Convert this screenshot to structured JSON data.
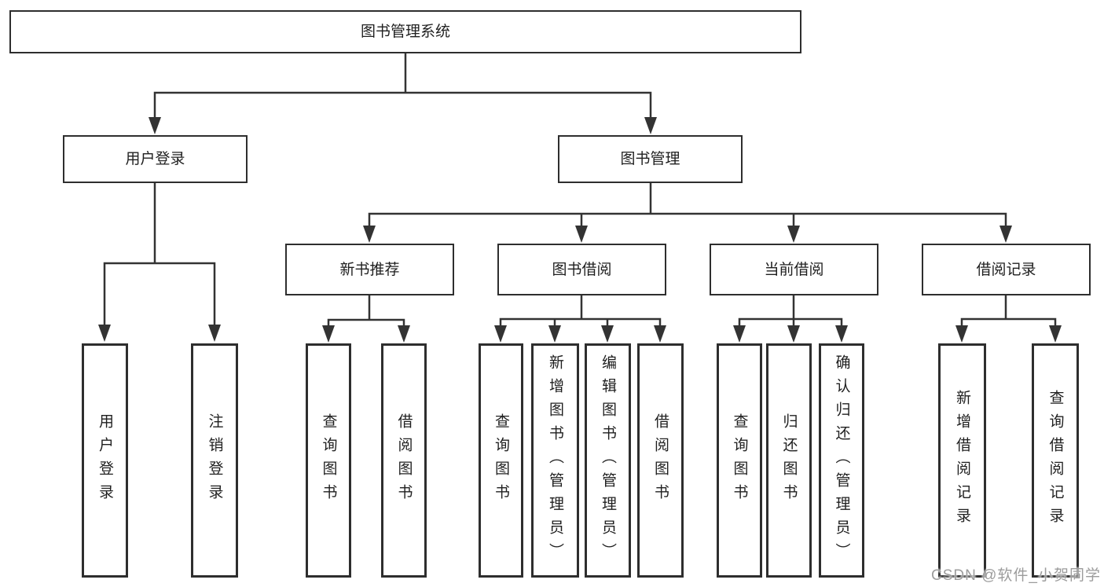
{
  "diagram": {
    "type": "hierarchy-tree",
    "title": "图书管理系统"
  },
  "nodes": {
    "root": "图书管理系统",
    "level1": [
      {
        "label": "用户登录",
        "parent": "图书管理系统"
      },
      {
        "label": "图书管理",
        "parent": "图书管理系统"
      }
    ],
    "level2": [
      {
        "label": "新书推荐",
        "parent": "图书管理"
      },
      {
        "label": "图书借阅",
        "parent": "图书管理"
      },
      {
        "label": "当前借阅",
        "parent": "图书管理"
      },
      {
        "label": "借阅记录",
        "parent": "图书管理"
      }
    ],
    "leaves": [
      {
        "label": "用户登录",
        "parent": "用户登录"
      },
      {
        "label": "注销登录",
        "parent": "用户登录"
      },
      {
        "label": "查询图书",
        "parent": "新书推荐"
      },
      {
        "label": "借阅图书",
        "parent": "新书推荐"
      },
      {
        "label": "查询图书",
        "parent": "图书借阅"
      },
      {
        "label": "新增图书（管理员）",
        "parent": "图书借阅"
      },
      {
        "label": "编辑图书（管理员）",
        "parent": "图书借阅"
      },
      {
        "label": "借阅图书",
        "parent": "图书借阅"
      },
      {
        "label": "查询图书",
        "parent": "当前借阅"
      },
      {
        "label": "归还图书",
        "parent": "当前借阅"
      },
      {
        "label": "确认归还（管理员）",
        "parent": "当前借阅"
      },
      {
        "label": "新增借阅记录",
        "parent": "借阅记录"
      },
      {
        "label": "查询借阅记录",
        "parent": "借阅记录"
      }
    ]
  },
  "watermark": {
    "text": "CSDN @软件_小贺同学"
  },
  "colors": {
    "line": "#333333",
    "box_border": "#2e2e2e",
    "box_fill": "#ffffff",
    "text": "#1f1f1f",
    "watermark": "#9c9c9c",
    "background": "#ffffff"
  }
}
